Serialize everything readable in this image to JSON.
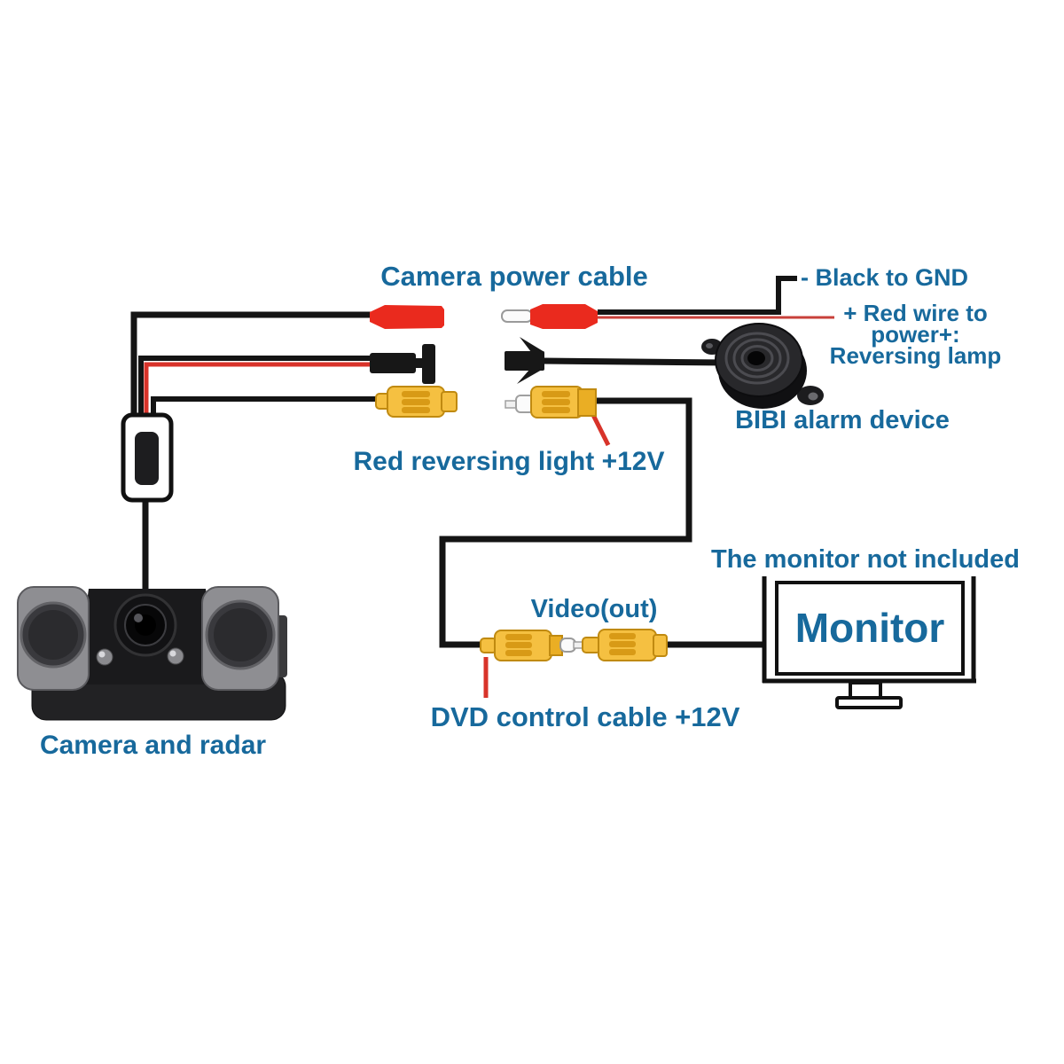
{
  "diagram": {
    "type": "wiring-diagram",
    "labels": {
      "camera_power_cable": "Camera power cable",
      "black_to_gnd": "- Black to GND",
      "red_wire_to_power_line1": "+ Red wire to",
      "red_wire_to_power_line2": "power+:",
      "red_wire_to_power_line3": "Reversing lamp",
      "bibi_alarm_device": "BIBI alarm device",
      "red_reversing_light": "Red reversing light +12V",
      "monitor_not_included": "The monitor not included",
      "video_out": "Video(out)",
      "monitor": "Monitor",
      "dvd_control_cable": "DVD control cable +12V",
      "camera_and_radar": "Camera and radar"
    },
    "colors": {
      "label_text": "#17699c",
      "wire_black": "#141414",
      "wire_red": "#d8332a",
      "connector_red": "#ea2a1e",
      "connector_yellow": "#f5c041",
      "connector_yellow_rib": "#d89a16",
      "background": "#ffffff"
    }
  }
}
